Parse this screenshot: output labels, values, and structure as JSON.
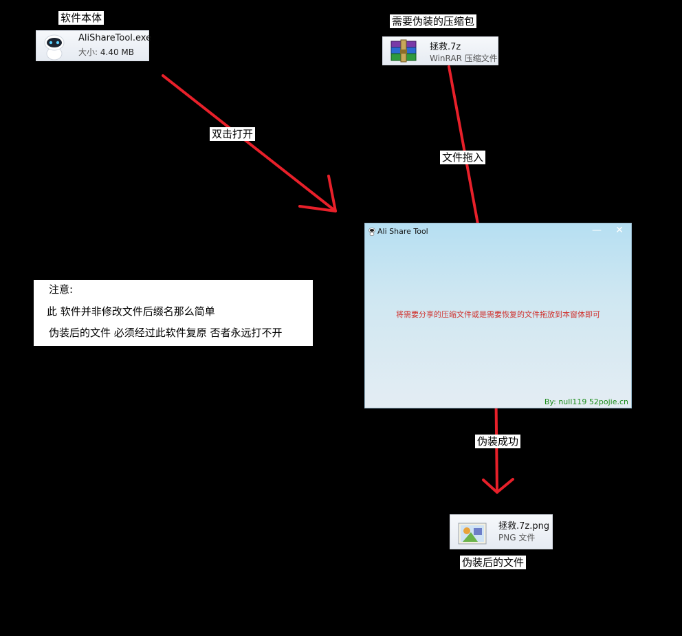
{
  "labels": {
    "software_body": "软件本体",
    "archive_to_disguise": "需要伪装的压缩包",
    "double_click": "双击打开",
    "drag_in": "文件拖入",
    "disguise_success": "伪装成功",
    "disguised_file": "伪装后的文件"
  },
  "files": {
    "exe": {
      "name": "AliShareTool.exe",
      "meta_label": "大小:",
      "meta_value": "4.40 MB",
      "icon": "robot-app-icon"
    },
    "archive": {
      "name": "拯救.7z",
      "meta": "WinRAR 压缩文件",
      "icon": "winrar-archive-icon"
    },
    "png": {
      "name": "拯救.7z.png",
      "meta": "PNG 文件",
      "icon": "image-file-icon"
    }
  },
  "app": {
    "title": "Ali Share Tool",
    "minimize_glyph": "—",
    "close_glyph": "✕",
    "drop_hint": "将需要分享的压缩文件或是需要恢复的文件拖放到本窗体即可",
    "credit": "By: null119  52pojie.cn"
  },
  "notice": {
    "heading": "注意:",
    "line1": "此 软件并非修改文件后缀名那么简单",
    "line2": "伪装后的文件  必须经过此软件复原  否者永远打不开"
  },
  "colors": {
    "arrow": "#e8202a",
    "hint_text": "#d0312d",
    "credit_text": "#1a8c1a"
  }
}
